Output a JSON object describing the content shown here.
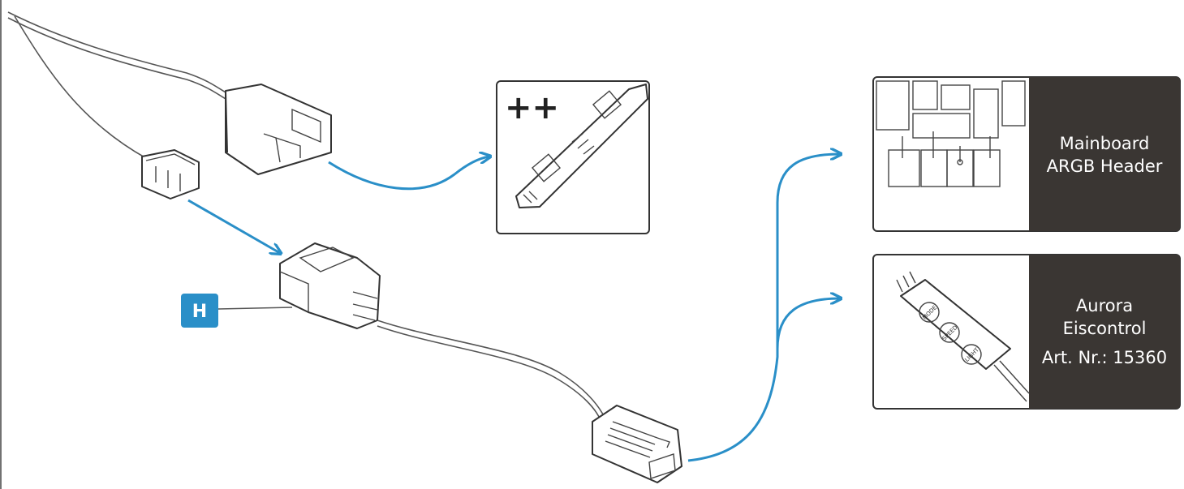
{
  "label_h": "H",
  "led_strip_marker": "++",
  "targets": [
    {
      "lines": [
        "Mainboard",
        "ARGB Header"
      ]
    },
    {
      "lines": [
        "Aurora",
        "Eiscontrol",
        "Art. Nr.: 15360"
      ]
    }
  ],
  "controller_buttons": [
    "MODE",
    "SPEED",
    "LIGHT"
  ],
  "colors": {
    "arrow": "#2a8fc8",
    "badge": "#2a8fc8",
    "label_panel": "#3a3633"
  }
}
